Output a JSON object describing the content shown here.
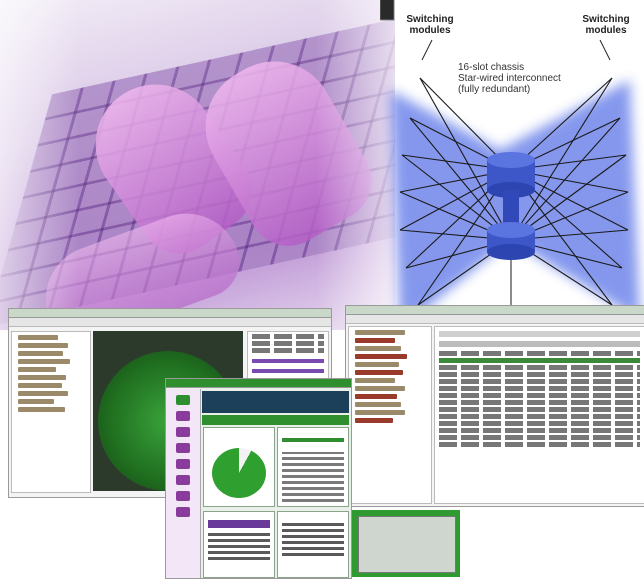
{
  "diagram": {
    "left_label": [
      "Switching",
      "modules"
    ],
    "right_label": [
      "Switching",
      "modules"
    ],
    "center_label": [
      "16-slot chassis",
      "Star-wired interconnect",
      "(fully redundant)"
    ]
  },
  "colors": {
    "photo_purple": "#b98fd2",
    "diagram_blue": "#4a63d6",
    "app_green": "#2f8f2f"
  },
  "icons": [
    "keyboard-photo",
    "server-icon",
    "hub-icon"
  ]
}
